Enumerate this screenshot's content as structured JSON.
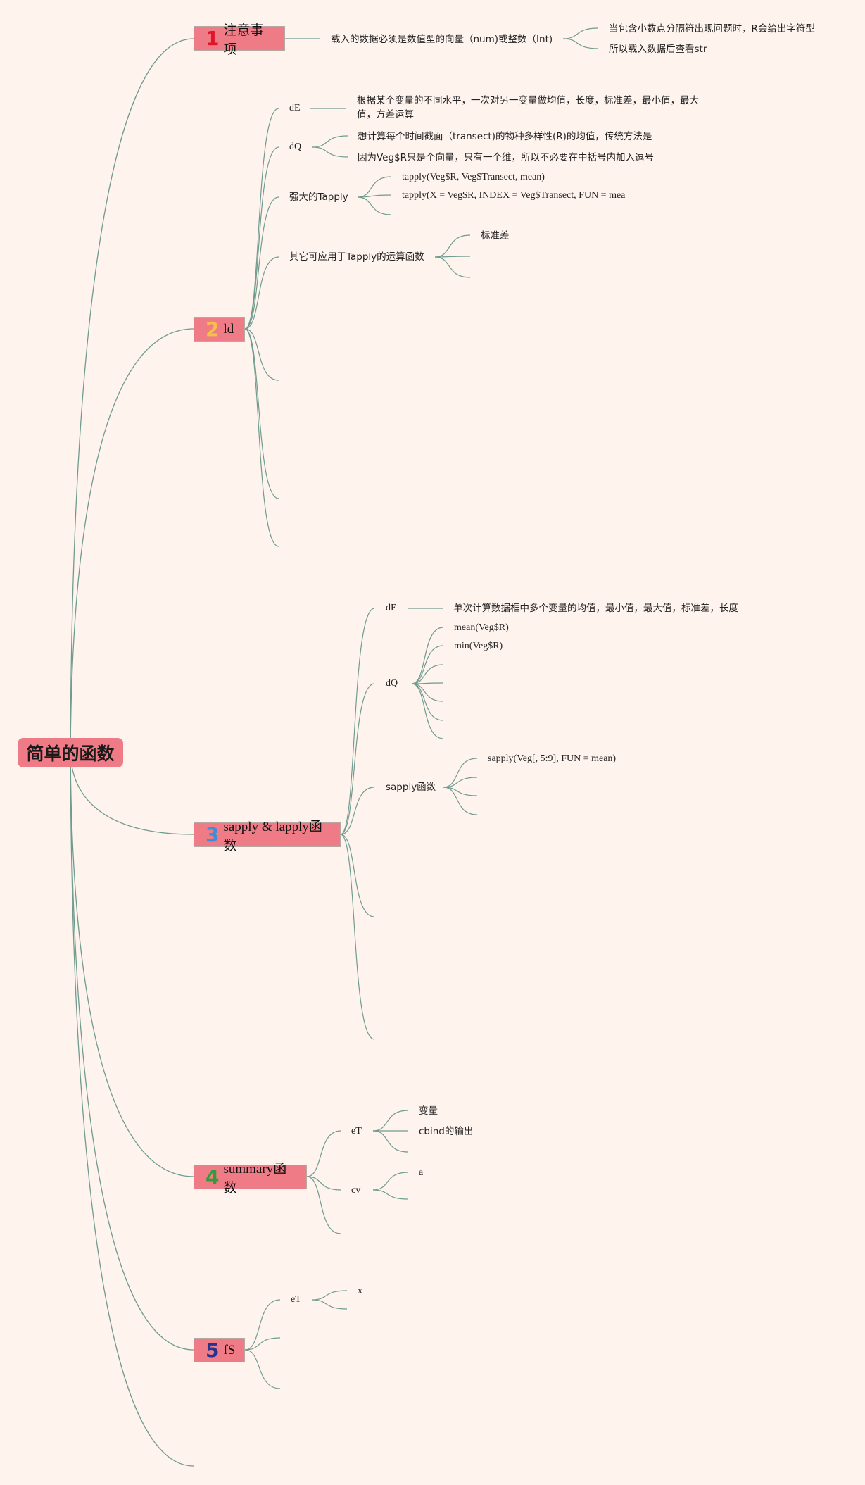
{
  "root": {
    "label": "简单的函数"
  },
  "colors": {
    "line": "#6f9c8f",
    "topic_bg": "#ef7b86",
    "background": "#fff3ee"
  },
  "topics": [
    {
      "num": "1",
      "color": "#e0152a",
      "label": "注意事项"
    },
    {
      "num": "2",
      "color": "#f5c04a",
      "label": "ld"
    },
    {
      "num": "3",
      "color": "#3a8fd8",
      "label": "sapply & lapply函数"
    },
    {
      "num": "4",
      "color": "#2f9e3a",
      "label": "summary函数"
    },
    {
      "num": "5",
      "color": "#23338f",
      "label": "fS"
    }
  ],
  "t1": {
    "child": "载入的数据必须是数值型的向量（num)或整数（Int)",
    "leaf1": "当包含小数点分隔符出现问题时，R会给出字符型",
    "leaf2": "所以载入数据后查看str"
  },
  "t2": {
    "de": "dE",
    "de_text": "根据某个变量的不同水平，一次对另一变量做均值，长度，标准差，最小值，最大值，方差运算",
    "dq": "dQ",
    "dq_1": "想计算每个时间截面（transect)的物种多样性(R)的均值，传统方法是",
    "dq_2": "因为Veg$R只是个向量，只有一个维，所以不必要在中括号内加入逗号",
    "tapply": "强大的Tapply",
    "tapply_1": "tapply(Veg$R, Veg$Transect, mean)",
    "tapply_2": "tapply(X = Veg$R, INDEX = Veg$Transect, FUN = mea",
    "other": "其它可应用于Tapply的运算函数",
    "other_1": "标准差"
  },
  "t3": {
    "de": "dE",
    "de_text": "单次计算数据框中多个变量的均值，最小值，最大值，标准差，长度",
    "dq": "dQ",
    "dq_1": "mean(Veg$R)",
    "dq_2": "min(Veg$R)",
    "sapply": "sapply函数",
    "sapply_1": "sapply(Veg[, 5:9], FUN = mean)"
  },
  "t4": {
    "et": "eT",
    "et_1": "变量",
    "et_2": "cbind的输出",
    "cv": "cv",
    "cv_1": "a"
  },
  "t5": {
    "et": "eT",
    "et_1": "x"
  }
}
